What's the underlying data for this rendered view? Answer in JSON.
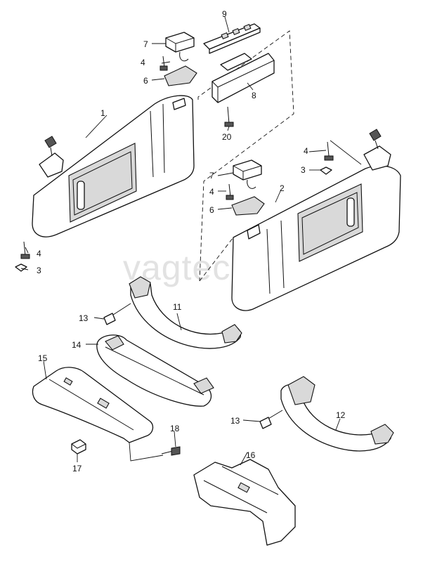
{
  "watermark": "vagtec.ru",
  "callouts": {
    "c1": "1",
    "c2": "2",
    "c3a": "3",
    "c3b": "3",
    "c4a": "4",
    "c4b": "4",
    "c4c": "4",
    "c4d": "4",
    "c6a": "6",
    "c6b": "6",
    "c7a": "7",
    "c7b": "7",
    "c8": "8",
    "c9": "9",
    "c11": "11",
    "c12": "12",
    "c13a": "13",
    "c13b": "13",
    "c14": "14",
    "c15": "15",
    "c16": "16",
    "c17": "17",
    "c18": "18",
    "c20": "20"
  }
}
